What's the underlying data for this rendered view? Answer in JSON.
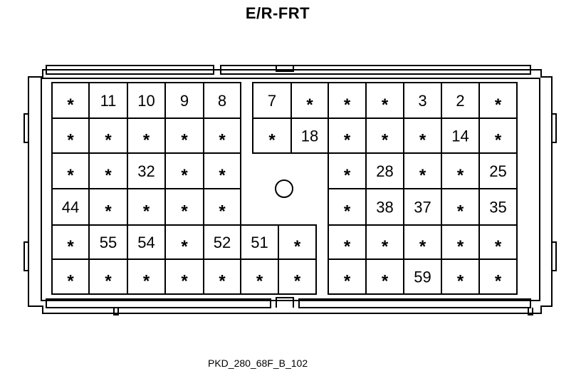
{
  "title": "E/R-FRT",
  "caption": "PKD_280_68F_B_102",
  "rows": [
    [
      "*",
      "11",
      "10",
      "9",
      "8",
      "",
      "7",
      "*",
      "*",
      "*",
      "3",
      "2",
      "*"
    ],
    [
      "*",
      "*",
      "*",
      "*",
      "*",
      "",
      "*",
      "18",
      "*",
      "*",
      "*",
      "14",
      "*"
    ],
    [
      "*",
      "*",
      "32",
      "*",
      "*",
      "",
      "",
      "",
      "*",
      "28",
      "*",
      "*",
      "25"
    ],
    [
      "44",
      "*",
      "*",
      "*",
      "*",
      "",
      "",
      "",
      "*",
      "38",
      "37",
      "*",
      "35"
    ],
    [
      "*",
      "55",
      "54",
      "*",
      "52",
      "51",
      "*",
      "",
      "*",
      "*",
      "*",
      "*",
      "*"
    ],
    [
      "*",
      "*",
      "*",
      "*",
      "*",
      "*",
      "*",
      "",
      "*",
      "*",
      "59",
      "*",
      "*"
    ]
  ]
}
